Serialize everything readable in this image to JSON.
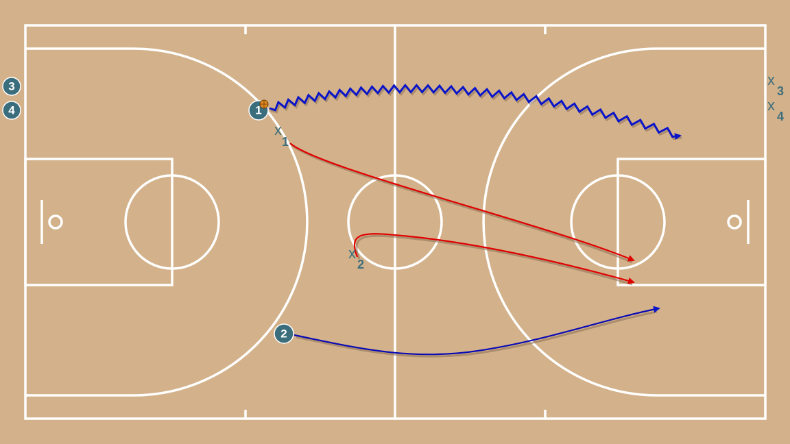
{
  "colors": {
    "court": "#d3b28b",
    "lines": "#ffffff",
    "offense": "#3b6e7d",
    "defense": "#3f6f7d",
    "dribble": "#0a14c8",
    "pass_cut_offense": "#0a0ab4",
    "defense_path": "#e00000",
    "ball": "#e08a1e"
  },
  "offense_players": [
    {
      "id": "p1",
      "label": "1",
      "has_ball": true
    },
    {
      "id": "p2",
      "label": "2",
      "has_ball": false
    },
    {
      "id": "p3",
      "label": "3",
      "has_ball": false
    },
    {
      "id": "p4",
      "label": "4",
      "has_ball": false
    }
  ],
  "defense_players": [
    {
      "id": "x1",
      "mark": "x",
      "label": "1"
    },
    {
      "id": "x2",
      "mark": "x",
      "label": "2"
    },
    {
      "id": "x3",
      "mark": "x",
      "label": "3"
    },
    {
      "id": "x4",
      "mark": "x",
      "label": "4"
    }
  ],
  "movements": [
    {
      "player": "1",
      "kind": "dribble",
      "color": "blue"
    },
    {
      "player": "2",
      "kind": "cut",
      "color": "blue"
    },
    {
      "player": "x1",
      "kind": "run",
      "color": "red"
    },
    {
      "player": "x2",
      "kind": "run",
      "color": "red"
    }
  ]
}
